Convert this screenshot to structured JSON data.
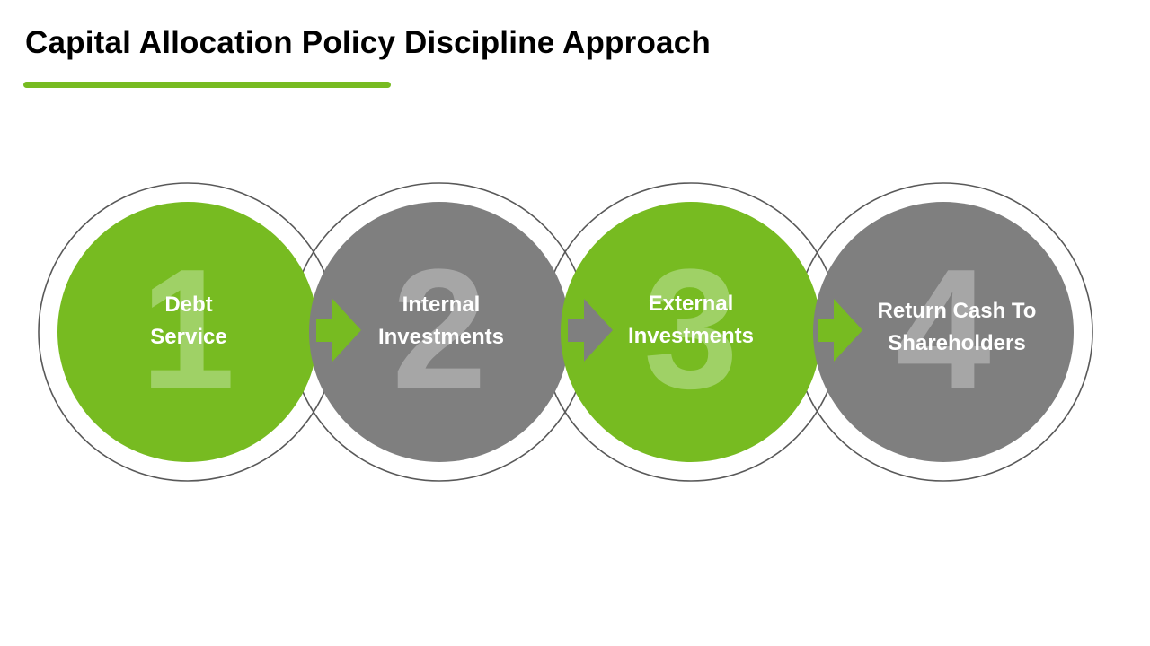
{
  "title": "Capital Allocation Policy Discipline Approach",
  "colors": {
    "accent_green": "#77bb21",
    "grey": "#7f7f7f",
    "outline": "#595959",
    "number_on_green": "#9fd166",
    "number_on_grey": "#a6a6a6",
    "text": "#ffffff"
  },
  "steps": [
    {
      "number": "1",
      "line1": "Debt",
      "line2": "Service",
      "color": "green"
    },
    {
      "number": "2",
      "line1": "Internal",
      "line2": "Investments",
      "color": "grey"
    },
    {
      "number": "3",
      "line1": "External",
      "line2": "Investments",
      "color": "green"
    },
    {
      "number": "4",
      "line1": "Return Cash To",
      "line2": "Shareholders",
      "color": "grey"
    }
  ]
}
